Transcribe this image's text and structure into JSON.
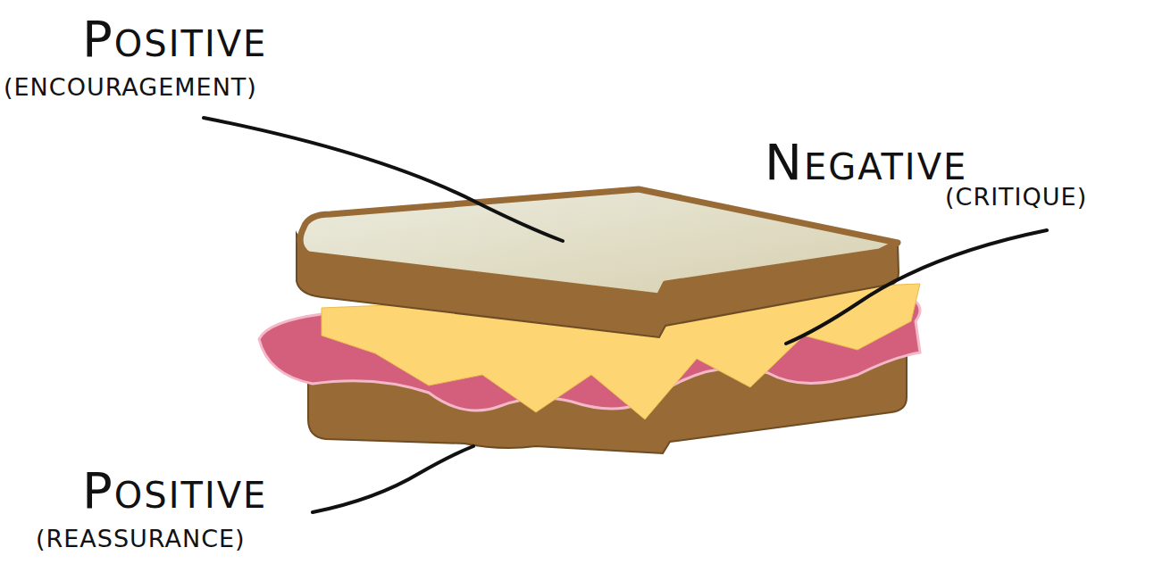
{
  "diagram": {
    "labels": [
      "POSITIVE",
      "(ENCOURAGEMENT)",
      "NEGATIVE",
      "(CRITIQUE)",
      "POSITIVE",
      "(REASSURANCE)"
    ]
  }
}
